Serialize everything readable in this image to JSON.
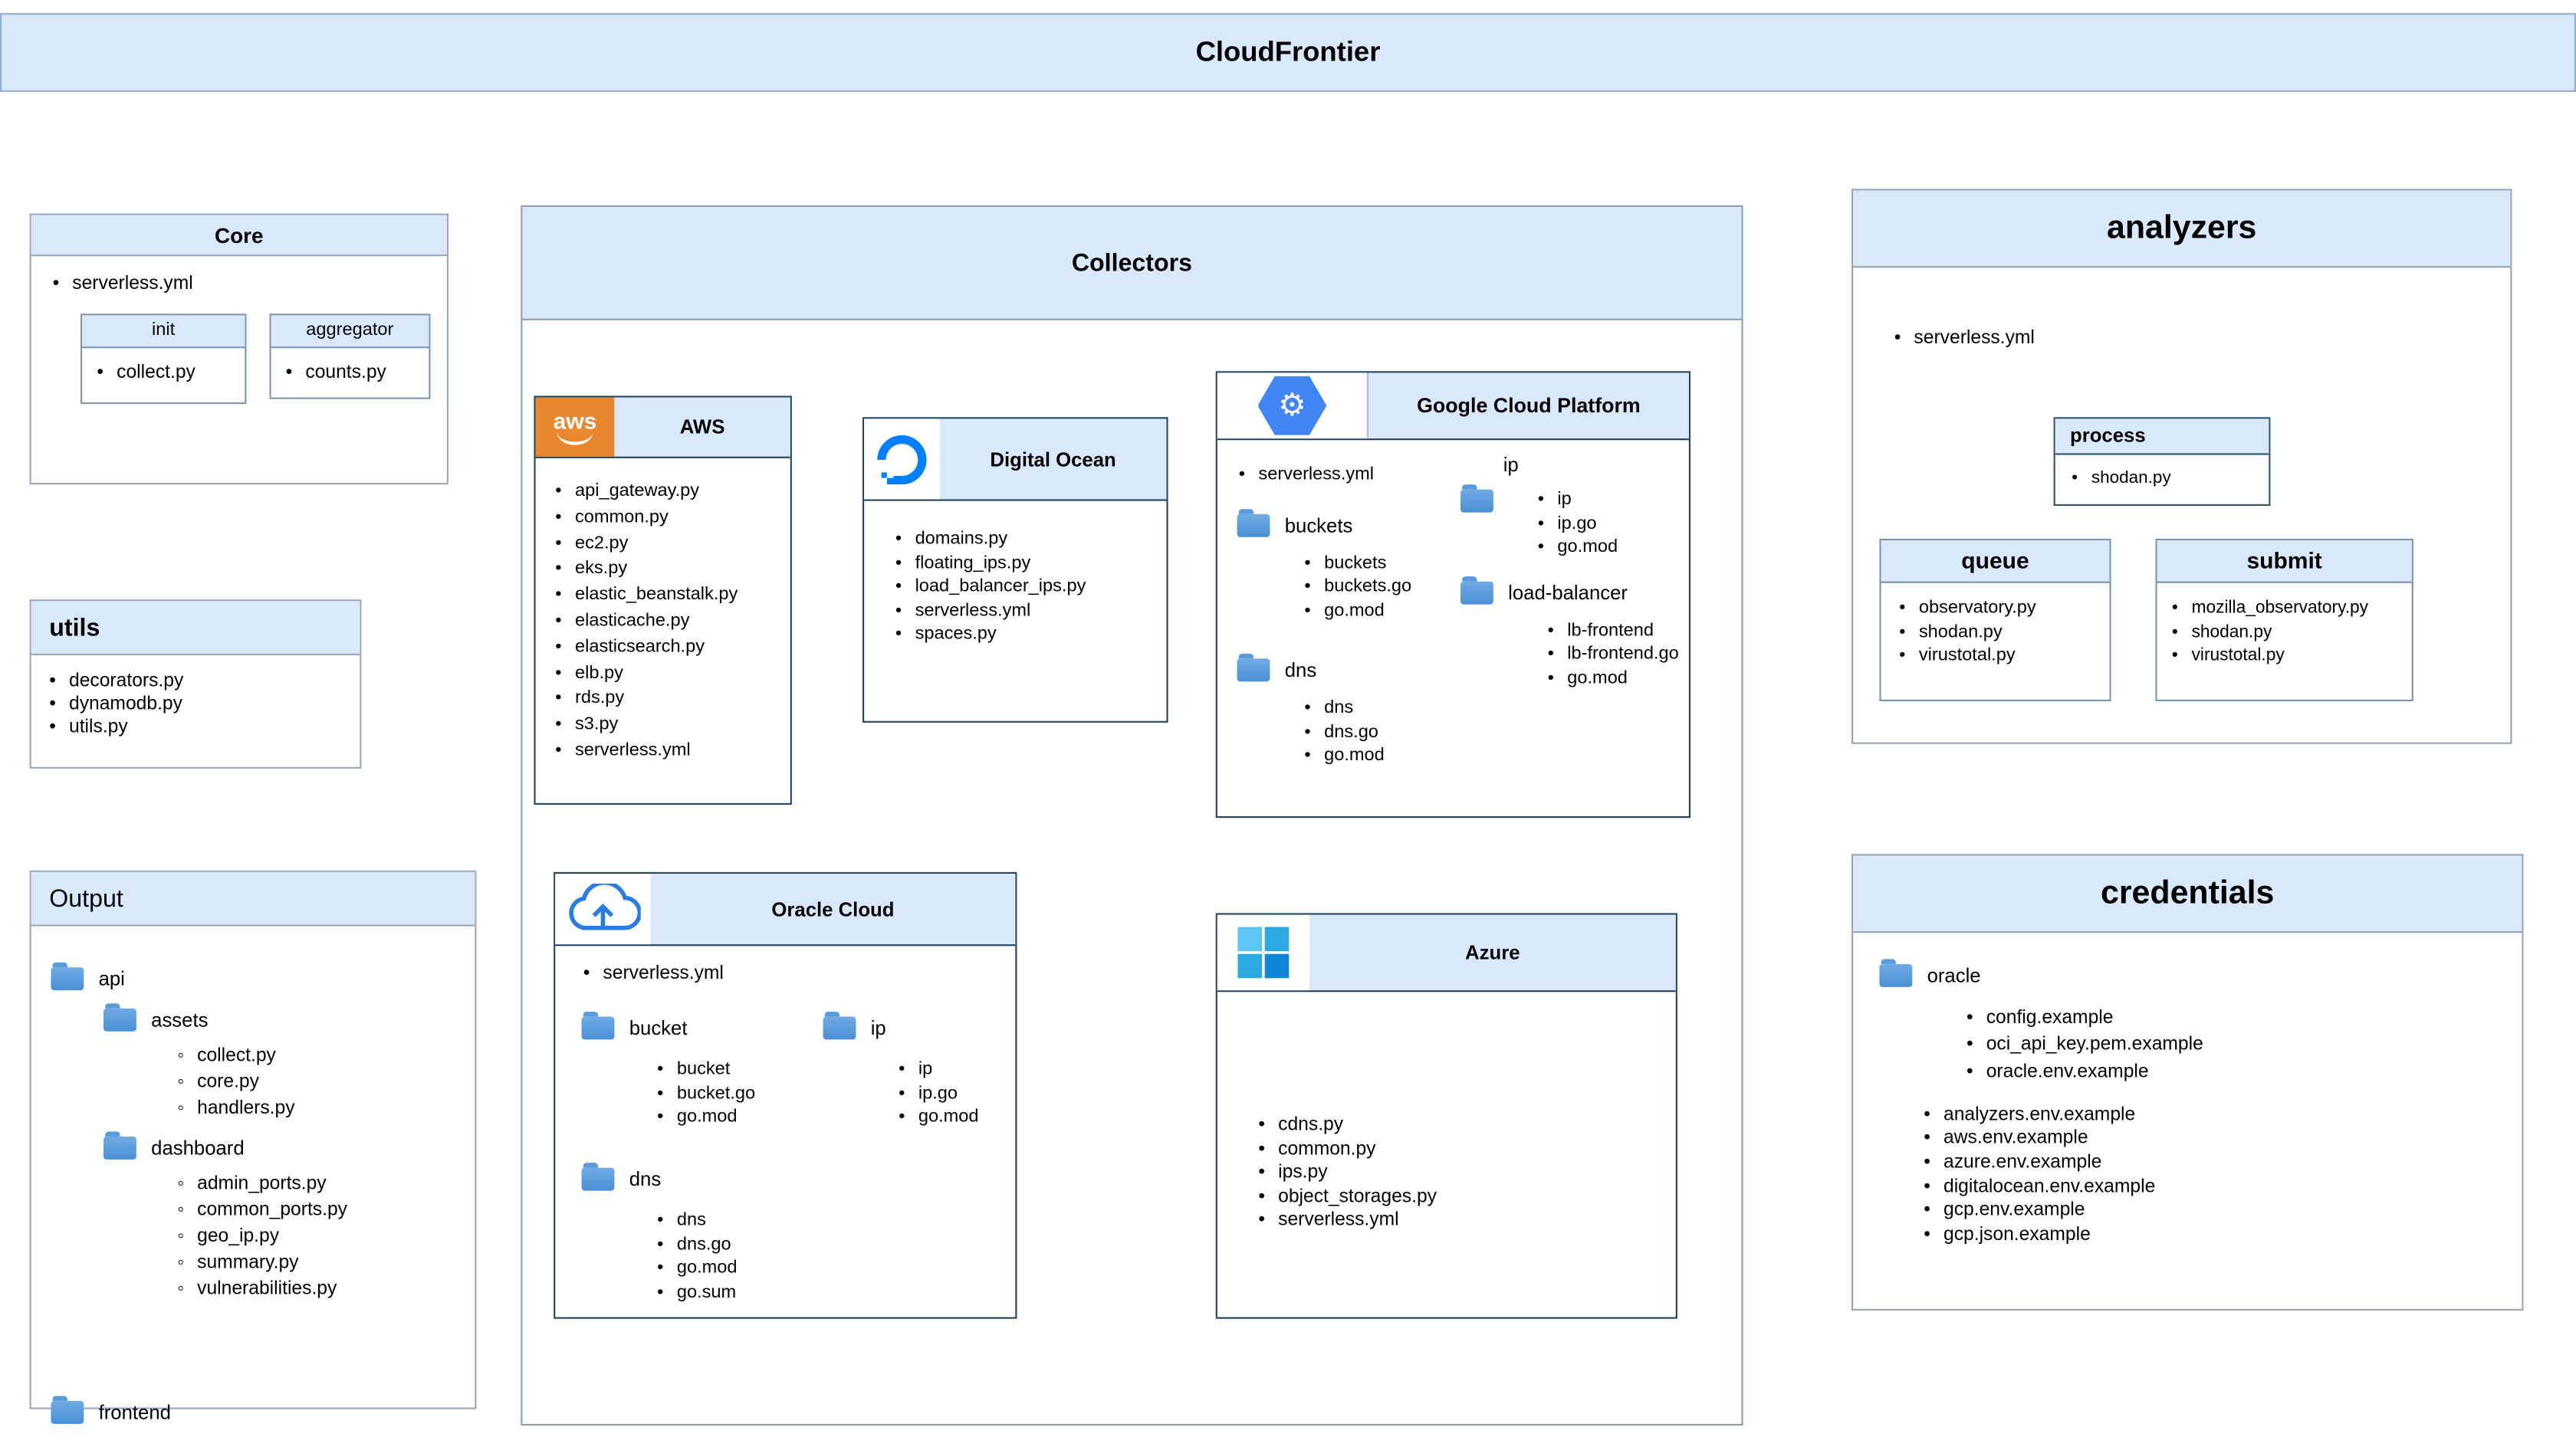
{
  "header": {
    "title": "CloudFrontier"
  },
  "core": {
    "title": "Core",
    "items": [
      "serverless.yml"
    ],
    "init": {
      "title": "init",
      "items": [
        "collect.py"
      ]
    },
    "aggregator": {
      "title": "aggregator",
      "items": [
        "counts.py"
      ]
    }
  },
  "utils": {
    "title": "utils",
    "items": [
      "decorators.py",
      "dynamodb.py",
      "utils.py"
    ]
  },
  "output": {
    "title": "Output",
    "api": {
      "label": "api"
    },
    "assets": {
      "label": "assets",
      "items": [
        "collect.py",
        "core.py",
        "handlers.py"
      ]
    },
    "dashboard": {
      "label": "dashboard",
      "items": [
        "admin_ports.py",
        "common_ports.py",
        "geo_ip.py",
        "summary.py",
        "vulnerabilities.py"
      ]
    },
    "frontend": {
      "label": "frontend"
    }
  },
  "collectors": {
    "title": "Collectors",
    "aws": {
      "title": "AWS",
      "items": [
        "api_gateway.py",
        "common.py",
        "ec2.py",
        "eks.py",
        "elastic_beanstalk.py",
        "elasticache.py",
        "elasticsearch.py",
        "elb.py",
        "rds.py",
        "s3.py",
        "serverless.yml"
      ]
    },
    "digital_ocean": {
      "title": "Digital Ocean",
      "items": [
        "domains.py",
        "floating_ips.py",
        "load_balancer_ips.py",
        "serverless.yml",
        "spaces.py"
      ]
    },
    "gcp": {
      "title": "Google Cloud Platform",
      "items": [
        "serverless.yml"
      ],
      "buckets": {
        "label": "buckets",
        "items": [
          "buckets",
          "buckets.go",
          "go.mod"
        ]
      },
      "dns": {
        "label": "dns",
        "items": [
          "dns",
          "dns.go",
          "go.mod"
        ]
      },
      "ip": {
        "label": "ip",
        "items": [
          "ip",
          "ip.go",
          "go.mod"
        ]
      },
      "load_balancer": {
        "label": "load-balancer",
        "items": [
          "lb-frontend",
          "lb-frontend.go",
          "go.mod"
        ]
      }
    },
    "oracle": {
      "title": "Oracle Cloud",
      "items": [
        "serverless.yml"
      ],
      "bucket": {
        "label": "bucket",
        "items": [
          "bucket",
          "bucket.go",
          "go.mod"
        ]
      },
      "ip": {
        "label": "ip",
        "items": [
          "ip",
          "ip.go",
          "go.mod"
        ]
      },
      "dns": {
        "label": "dns",
        "items": [
          "dns",
          "dns.go",
          "go.mod",
          "go.sum"
        ]
      }
    },
    "azure": {
      "title": "Azure",
      "items": [
        "cdns.py",
        "common.py",
        "ips.py",
        "object_storages.py",
        "serverless.yml"
      ]
    }
  },
  "analyzers": {
    "title": "analyzers",
    "items": [
      "serverless.yml"
    ],
    "process": {
      "title": "process",
      "items": [
        "shodan.py"
      ]
    },
    "queue": {
      "title": "queue",
      "items": [
        "observatory.py",
        "shodan.py",
        "virustotal.py"
      ]
    },
    "submit": {
      "title": "submit",
      "items": [
        "mozilla_observatory.py",
        "shodan.py",
        "virustotal.py"
      ]
    }
  },
  "credentials": {
    "title": "credentials",
    "oracle": {
      "label": "oracle",
      "items": [
        "config.example",
        "oci_api_key.pem.example",
        "oracle.env.example"
      ]
    },
    "items": [
      "analyzers.env.example",
      "aws.env.example",
      "azure.env.example",
      "digitalocean.env.example",
      "gcp.env.example",
      "gcp.json.example"
    ]
  },
  "icons": {
    "aws_logo_text": "aws",
    "gcp_gear_glyph": "⚙"
  },
  "colors": {
    "panel_header_fill": "#dae8fc",
    "aws_orange": "#e8872e",
    "digital_ocean_blue": "#0080ff",
    "gcp_blue": "#4285f4",
    "oracle_blue": "#2a7cdf",
    "azure_blue": "#2ba9e0",
    "folder_blue": "#4a8fd4"
  }
}
